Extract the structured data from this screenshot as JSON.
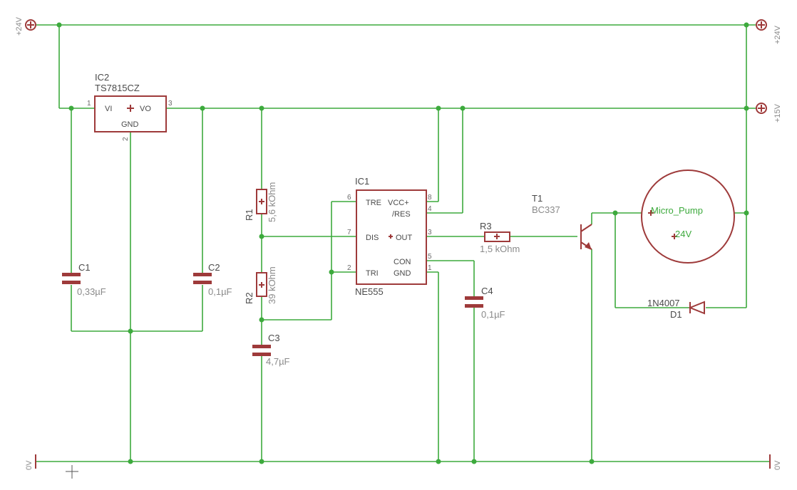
{
  "supplies": {
    "v24_left": "+24V",
    "v24_right": "+24V",
    "v15_right": "+15V",
    "gnd_left": "0V",
    "gnd_right": "0V"
  },
  "ic2": {
    "name": "IC2",
    "value": "TS7815CZ",
    "pin_vi": "VI",
    "pin_vo": "VO",
    "pin_gnd": "GND",
    "pin1": "1",
    "pin2": "2",
    "pin3": "3"
  },
  "ic1": {
    "name": "IC1",
    "value": "NE555",
    "pins": {
      "tre": "TRE",
      "vcc": "VCC+",
      "res": "/RES",
      "dis": "DIS",
      "out": "OUT",
      "con": "CON",
      "tri": "TRI",
      "gnd": "GND"
    },
    "nums": {
      "p6": "6",
      "p8": "8",
      "p4": "4",
      "p7": "7",
      "p3": "3",
      "p5": "5",
      "p2": "2",
      "p1": "1"
    }
  },
  "c1": {
    "name": "C1",
    "value": "0,33µF"
  },
  "c2": {
    "name": "C2",
    "value": "0,1µF"
  },
  "c3": {
    "name": "C3",
    "value": "4,7µF"
  },
  "c4": {
    "name": "C4",
    "value": "0,1µF"
  },
  "r1": {
    "name": "R1",
    "value": "5,6 kOhm"
  },
  "r2": {
    "name": "R2",
    "value": "39 kOhm"
  },
  "r3": {
    "name": "R3",
    "value": "1,5 kOhm"
  },
  "t1": {
    "name": "T1",
    "value": "BC337"
  },
  "pump": {
    "name": "Micro_Pump",
    "value": "24V"
  },
  "d1": {
    "name": "D1",
    "value": "1N4007"
  },
  "colors": {
    "wire": "#3daa3d",
    "part": "#9e3a3a"
  }
}
